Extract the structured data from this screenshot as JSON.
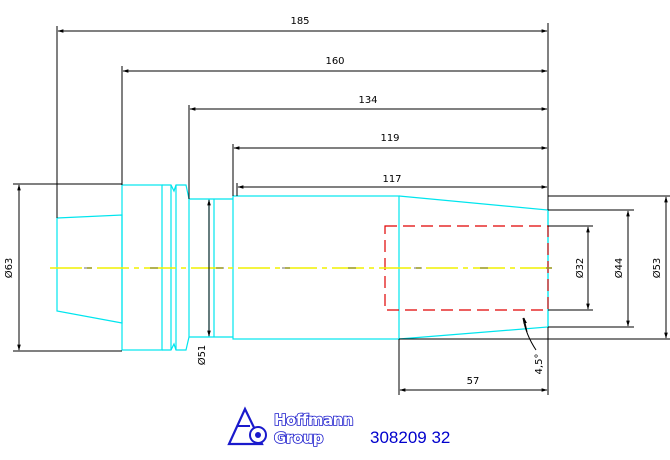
{
  "drawing": {
    "colors": {
      "outline": "#00e5ee",
      "dimension": "#000000",
      "centerline": "#f0f000",
      "hidden_bore": "#e00000",
      "brand": "#0000cc"
    },
    "dimensions": {
      "len_185": "185",
      "len_160": "160",
      "len_134": "134",
      "len_119": "119",
      "len_117": "117",
      "len_57": "57",
      "dia_63": "Ø63",
      "dia_51": "Ø51",
      "dia_32": "Ø32",
      "dia_44": "Ø44",
      "dia_53": "Ø53",
      "angle": "4,5°"
    }
  },
  "branding": {
    "logo_line1": "Hoffmann",
    "logo_line2": "Group",
    "part_number": "308209 32"
  }
}
